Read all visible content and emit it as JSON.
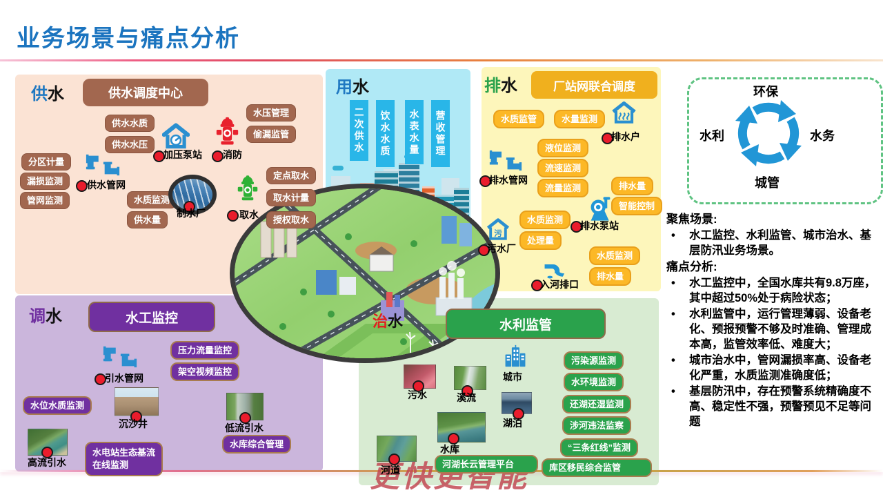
{
  "title": "业务场景与痛点分析",
  "supply": {
    "zone": {
      "accent": "供",
      "rest": "水"
    },
    "header": "供水调度中心",
    "tags": [
      "供水水质",
      "供水水压",
      "水压管理",
      "偷漏监管",
      "分区计量",
      "漏损监测",
      "管网监测",
      "水质监测",
      "供水量",
      "定点取水",
      "取水计量",
      "授权取水"
    ],
    "nodes": {
      "pipe_network": "供水管网",
      "pressure_station": "加压泵站",
      "fire": "消防",
      "water_plant": "制水厂",
      "intake": "取水"
    }
  },
  "use": {
    "zone": {
      "accent": "用",
      "rest": "水"
    },
    "banners": [
      "二次供水",
      "饮水水质",
      "水表水量",
      "营收管理"
    ]
  },
  "drain": {
    "zone": {
      "accent": "排",
      "rest": "水"
    },
    "header": "厂站网联合调度",
    "tags": [
      "水质监管",
      "水量监测",
      "液位监测",
      "流速监测",
      "流量监测",
      "排水量",
      "智能控制",
      "水质监测",
      "处理量",
      "水质监测",
      "排水量"
    ],
    "nodes": {
      "user": "排水户",
      "pipe_network": "排水管网",
      "pump_station": "排水泵站",
      "sewage_plant": "污水厂",
      "outfall": "入河排口"
    }
  },
  "cycle": {
    "top": "环保",
    "left": "水利",
    "right": "水务",
    "bottom": "城管"
  },
  "notes": {
    "heading1": "聚焦场景:",
    "scene_bullet": "水工监控、水利监管、城市治水、基层防汛业务场景。",
    "heading2": "痛点分析:",
    "pain_bullets": [
      "水工监控中，全国水库共有9.8万座，其中超过50%处于病险状态；",
      "水利监管中，运行管理薄弱、设备老化、预报预警不够及时准确、管理成本高，监管效率低、难度大；",
      "城市治水中，管网漏损率高、设备老化严重，水质监测准确度低；",
      "基层防汛中，存在预警系统精确度不高、稳定性不强，预警预见不足等问题"
    ]
  },
  "transfer": {
    "zone": {
      "accent": "调",
      "rest": "水"
    },
    "header": "水工监控",
    "tags": [
      "压力流量监控",
      "架空视频监控",
      "水位水质监测",
      "水库综合管理"
    ],
    "tag_multiline": [
      "水电站生态基流",
      "在线监测"
    ],
    "nodes": {
      "pipe_network": "引水管网",
      "sand_well": "沉沙井",
      "low_flow": "低流引水",
      "high_flow": "高流引水"
    }
  },
  "govern": {
    "zone": {
      "accent": "治",
      "rest": "水"
    },
    "header": "水利监管",
    "tags": [
      "污染源监测",
      "水环境监测",
      "还湖还湿监测",
      "涉河违法监察",
      "“三条红线”监测",
      "河湖长云管理平台",
      "库区移民综合监管"
    ],
    "nodes": {
      "city": "城市",
      "sewage": "污水",
      "stream": "溪流",
      "lake": "湖泊",
      "reservoir": "水库",
      "river": "河道"
    }
  },
  "watermark": "更快更智能",
  "icons": {
    "pipe_network": "blue-pipe-elbows",
    "pressure_station": "house-with-gauge",
    "fire": "red-fire-hydrant",
    "intake": "green-fire-hydrant",
    "water_plant": "oval-water-treatment-photo",
    "drain_user": "house-with-waves",
    "drain_pump": "water-pump",
    "sewage_plant": "house-with-wu-character",
    "outfall": "outfall-pipe",
    "city": "blue-buildings",
    "cycle": "circular-arrows"
  },
  "colors": {
    "title": "#1b74bf",
    "supply_bg": "#fbe3d4",
    "supply_tag": "#a2674f",
    "use_bg": "#b0e9f6",
    "banner": "#29b6e8",
    "drain_bg": "#fdf6bb",
    "drain_tag": "#fcb826",
    "drain_header": "#f0b01e",
    "transfer_bg": "#cbb6dc",
    "purple": "#7030a0",
    "govern_bg": "#d8ebd2",
    "green": "#2aa24c",
    "marker_dot": "#ea1c2c",
    "cycle_blue": "#2196d6",
    "dashed_border": "#5fc382"
  }
}
